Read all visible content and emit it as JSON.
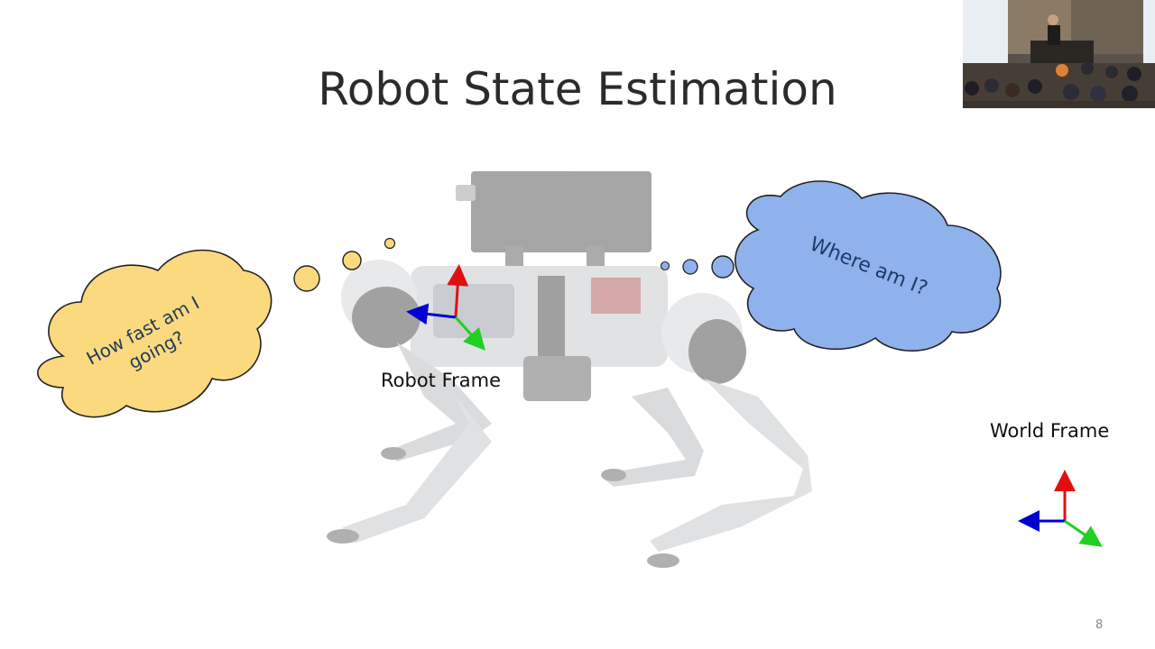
{
  "slide": {
    "title": "Robot State Estimation",
    "page_number": "8"
  },
  "bubbles": {
    "left_text": "How fast am I going?",
    "left_line1": "How fast am I",
    "left_line2": "going?",
    "right_text": "Where am I?"
  },
  "labels": {
    "robot_frame": "Robot Frame",
    "world_frame": "World Frame"
  },
  "colors": {
    "left_bubble_fill": "#fbd97f",
    "right_bubble_fill": "#8fb2ec",
    "bubble_text_left": "#1f3a5a",
    "bubble_text_right": "#1f3a6a",
    "axis_x": "#0000d0",
    "axis_y": "#20d020",
    "axis_z": "#e01010"
  },
  "icons": {
    "robot": "quadruped-robot-image",
    "axes": "coordinate-axes-icon",
    "webcam": "presenter-webcam-feed"
  }
}
